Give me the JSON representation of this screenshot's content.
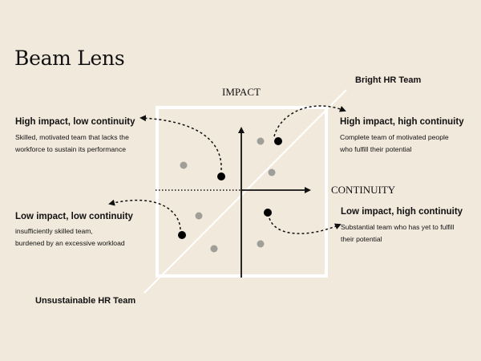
{
  "title": "Beam Lens",
  "axes": {
    "vertical": "IMPACT",
    "horizontal": "CONTINUITY"
  },
  "diagonal": {
    "top_label": "Bright HR Team",
    "bottom_label": "Unsustainable HR Team"
  },
  "quadrants": {
    "top_left": {
      "title": "High impact, low continuity",
      "desc_lines": [
        "Skilled, motivated team that lacks the",
        "workforce to sustain its performance"
      ]
    },
    "top_right": {
      "title": "High impact, high continuity",
      "desc_lines": [
        "Complete team of motivated people",
        "who fulfill their potential"
      ]
    },
    "bottom_left": {
      "title": "Low impact, low continuity",
      "desc_lines": [
        "insufficiently skilled team,",
        "burdened by an excessive workload"
      ]
    },
    "bottom_right": {
      "title": "Low impact, high continuity",
      "desc_lines": [
        "Substantial team who has yet to fulfill",
        "their potential"
      ]
    }
  },
  "colors": {
    "background": "#f2e9dd",
    "frame": "#ffffff",
    "point_highlight": "#000000",
    "point_muted": "#a09e98"
  }
}
